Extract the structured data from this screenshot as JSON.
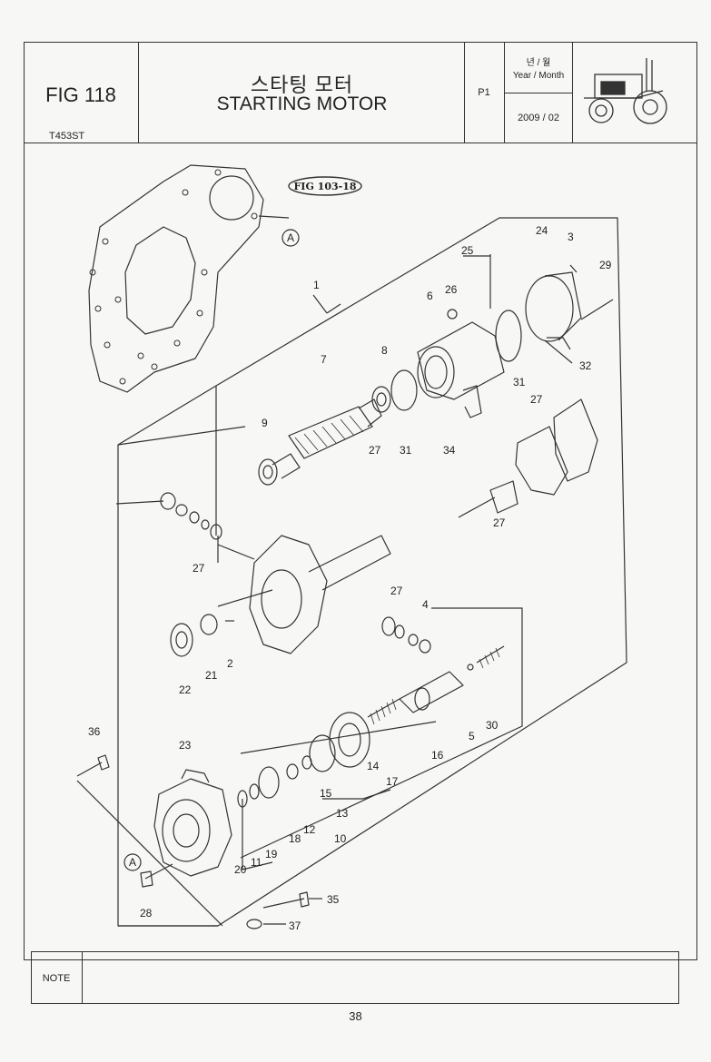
{
  "header": {
    "fig_no": "FIG 118",
    "model": "T453ST",
    "title_ko": "스타팅 모터",
    "title_en": "STARTING MOTOR",
    "page_ref": "P1",
    "year_month_ko": "년 / 월",
    "year_month_en": "Year / Month",
    "date": "2009 / 02",
    "tractor_icon": "tractor-icon"
  },
  "diagram": {
    "ref_label": "FIG 103-18",
    "marker": "A",
    "callouts": [
      "1",
      "2",
      "3",
      "4",
      "5",
      "6",
      "7",
      "8",
      "9",
      "10",
      "11",
      "12",
      "13",
      "14",
      "15",
      "16",
      "17",
      "18",
      "19",
      "20",
      "21",
      "22",
      "23",
      "24",
      "25",
      "26",
      "27",
      "28",
      "29",
      "30",
      "31",
      "32",
      "34",
      "35",
      "36",
      "37"
    ],
    "callouts_repeated": {
      "27": 5,
      "31": 2
    }
  },
  "footer": {
    "note_label": "NOTE",
    "page_number": "38"
  }
}
